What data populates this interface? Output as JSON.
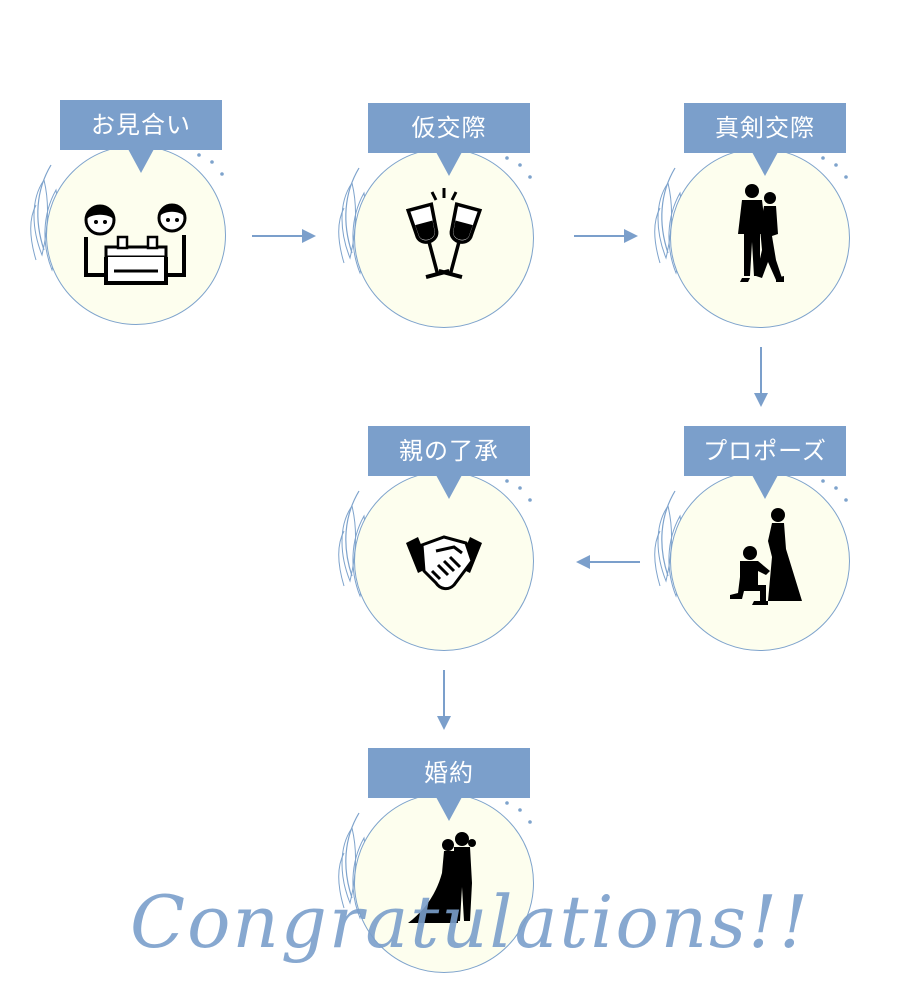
{
  "steps": [
    {
      "id": "omiai",
      "label": "お見合い",
      "icon": "meeting-icon"
    },
    {
      "id": "karikousai",
      "label": "仮交際",
      "icon": "toast-glasses-icon"
    },
    {
      "id": "shinkenkousai",
      "label": "真剣交際",
      "icon": "couple-hug-icon"
    },
    {
      "id": "propose",
      "label": "プロポーズ",
      "icon": "proposal-kneel-icon"
    },
    {
      "id": "oyanoryoushou",
      "label": "親の了承",
      "icon": "handshake-icon"
    },
    {
      "id": "konyaku",
      "label": "婚約",
      "icon": "wedding-couple-icon"
    }
  ],
  "congrats_text": "Congratulations!!",
  "colors": {
    "accent": "#7b9fcb",
    "circle_fill": "#fdfeee",
    "circle_border": "#7ea3cc",
    "icon": "#000000"
  }
}
